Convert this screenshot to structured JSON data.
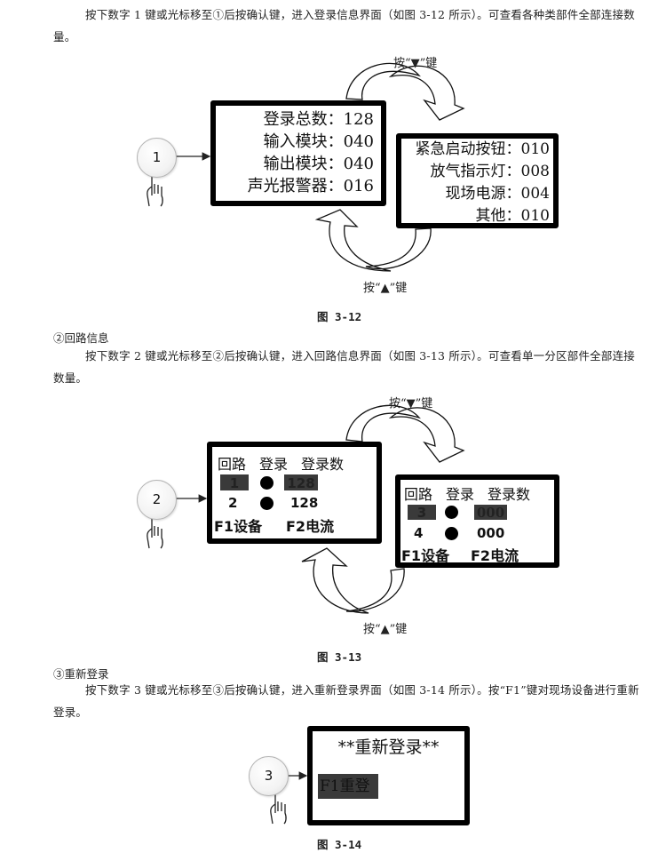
{
  "section1": {
    "paragraph": "按下数字 1 键或光标移至①后按确认键，进入登录信息界面（如图 3-12 所示）。可查看各种类部件全部连接数量。",
    "step_number": "1",
    "screen_a": {
      "rows": [
        "登录总数：128",
        "输入模块：040",
        "输出模块：040",
        "声光报警器：016"
      ]
    },
    "screen_b": {
      "rows": [
        "紧急启动按钮：010",
        "放气指示灯：008",
        "现场电源：004",
        "其他：010"
      ]
    },
    "down_key_label": "按“▼”键",
    "up_key_label": "按“▲”键",
    "caption": "图 3-12"
  },
  "section2": {
    "heading": "②回路信息",
    "paragraph": "按下数字 2 键或光标移至②后按确认键，进入回路信息界面（如图 3-13 所示）。可查看单一分区部件全部连接数量。",
    "step_number": "2",
    "screen_a": {
      "headers": [
        "回路",
        "登录",
        "登录数"
      ],
      "rows": [
        {
          "loop": "1",
          "count": "128",
          "selected": true
        },
        {
          "loop": "2",
          "count": "128",
          "selected": false
        }
      ],
      "f1": "F1设备",
      "f2": "F2电流"
    },
    "screen_b": {
      "headers": [
        "回路",
        "登录",
        "登录数"
      ],
      "rows": [
        {
          "loop": "3",
          "count": "000",
          "selected": true
        },
        {
          "loop": "4",
          "count": "000",
          "selected": false
        }
      ],
      "f1": "F1设备",
      "f2": "F2电流"
    },
    "down_key_label": "按“▼”键",
    "up_key_label": "按“▲”键",
    "caption": "图 3-13"
  },
  "section3": {
    "heading": "③重新登录",
    "paragraph": "按下数字 3 键或光标移至③后按确认键，进入重新登录界面（如图 3-14 所示）。按“F1”键对现场设备进行重新登录。",
    "step_number": "3",
    "screen": {
      "title": "**重新登录**",
      "button": "F1重登"
    },
    "caption": "图 3-14"
  }
}
